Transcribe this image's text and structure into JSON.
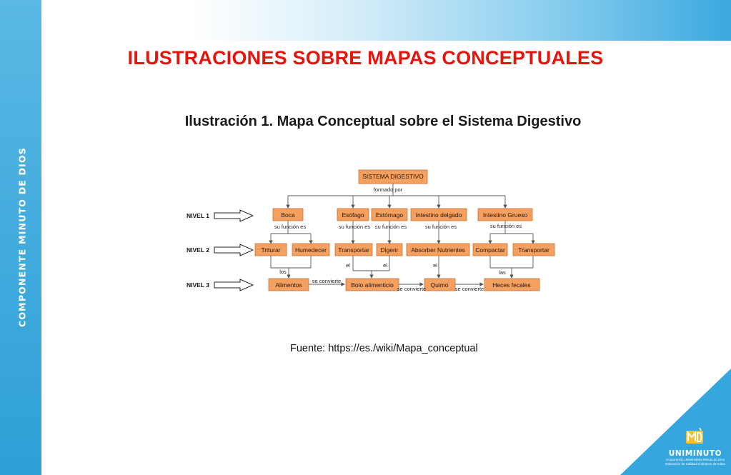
{
  "sidebar": {
    "vertical_text": "COMPONENTE MINUTO DE DIOS"
  },
  "slide": {
    "title": "ILUSTRACIONES SOBRE MAPAS CONCEPTUALES",
    "caption": "Ilustración 1. Mapa Conceptual sobre el Sistema Digestivo",
    "source": "Fuente: https://es./wiki/Mapa_conceptual"
  },
  "logo": {
    "name": "UNIMINUTO",
    "tagline_1": "Corporación Universitaria Minuto de Dios",
    "tagline_2": "Educación de Calidad al alcance de todos"
  },
  "colors": {
    "accent_blue": "#3aa9df",
    "title_red": "#e3160f",
    "node_fill": "#f4a060"
  },
  "diagram": {
    "root": "SISTEMA DIGESTIVO",
    "root_link": "formado por",
    "levels": [
      "NIVEL 1",
      "NIVEL 2",
      "NIVEL 3"
    ],
    "level1": [
      "Boca",
      "Esófago",
      "Estómago",
      "Intestino delgado",
      "Intestino Grueso"
    ],
    "level1_links": [
      "su función es",
      "su función es",
      "su función es",
      "su función es",
      "su función es"
    ],
    "level2": [
      "Triturar",
      "Humedecer",
      "Transportar",
      "Digerir",
      "Absorber Nutrientes",
      "Compactar",
      "Transportar"
    ],
    "level2_links": [
      "los",
      "el",
      "el",
      "el",
      "las"
    ],
    "level3": [
      "Alimentos",
      "Bolo alimenticio",
      "Quimo",
      "Heces fecales"
    ],
    "level3_links": [
      "se convierte",
      "se convierte",
      "se convierte"
    ]
  }
}
